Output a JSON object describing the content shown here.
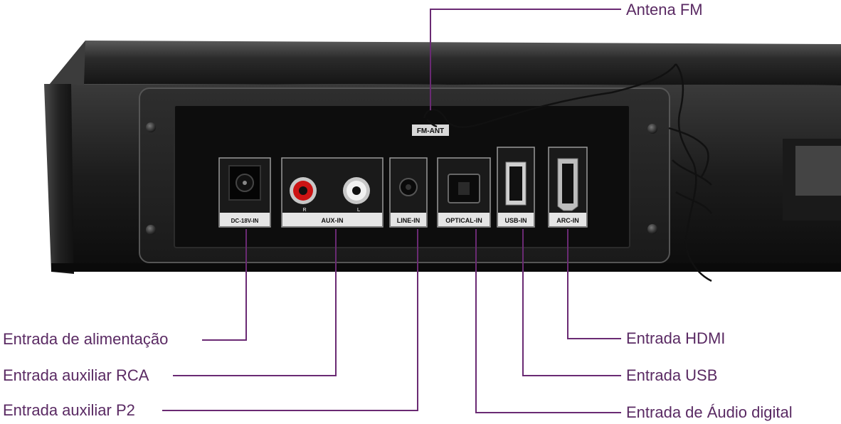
{
  "colors": {
    "callout_text": "#5a2a63",
    "leader_line": "#6a2a73"
  },
  "panel_labels": {
    "fm_ant": "FM-ANT",
    "dc_in": "DC-18V-IN",
    "aux_in": "AUX-IN",
    "aux_r": "R",
    "aux_l": "L",
    "line_in": "LINE-IN",
    "optical_in": "OPTICAL-IN",
    "usb_in": "USB-IN",
    "arc_in": "ARC-IN"
  },
  "callouts": {
    "antenna_fm": "Antena FM",
    "power_input": "Entrada de alimentação",
    "aux_rca": "Entrada auxiliar RCA",
    "aux_p2": "Entrada auxiliar P2",
    "hdmi": "Entrada HDMI",
    "usb": "Entrada USB",
    "digital_audio": "Entrada de Áudio digital"
  }
}
